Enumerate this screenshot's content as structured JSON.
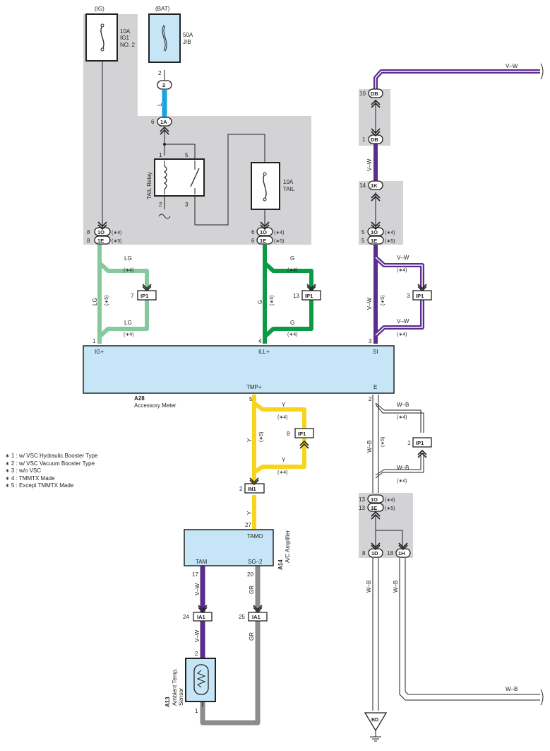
{
  "fuses": {
    "ig_source": "(IG)",
    "bat_source": "(BAT)",
    "ig1": [
      "10A",
      "IG1",
      "NO. 2"
    ],
    "jb": [
      "50A",
      "J/B"
    ],
    "tail": [
      "10A",
      "TAIL"
    ]
  },
  "relay": {
    "name": "TAIL Relay",
    "pins": [
      "1",
      "5",
      "2",
      "3"
    ]
  },
  "wire_colors": {
    "L": "L",
    "LG": "LG",
    "G": "G",
    "VW": "V–W",
    "WB": "W–B",
    "Y": "Y",
    "GR": "GR"
  },
  "connectors": {
    "c2": "2",
    "c1A": "1A",
    "c1O": "1O",
    "c1E": "1E",
    "cIP1": "IP1",
    "cDB": "DB",
    "c1K": "1K",
    "cIN1": "IN1",
    "c1D": "1D",
    "c1H": "1H",
    "cIA1": "IA1",
    "ground": "BD"
  },
  "pins": {
    "p2": "2",
    "p6": "6",
    "p8": "8",
    "p7": "7",
    "p1": "1",
    "p13": "13",
    "p4": "4",
    "p10": "10",
    "p14": "14",
    "p5": "5",
    "p3": "3",
    "p27": "27",
    "p17": "17",
    "p20": "20",
    "p24": "24",
    "p25": "25",
    "p18": "18"
  },
  "marks": {
    "m1": "(∗1)",
    "m2": "(∗2)",
    "m3": "(∗3)",
    "m4": "(∗4)",
    "m5": "(∗5)"
  },
  "meter": {
    "id": "A28",
    "name": "Accessory Meter",
    "terminals": {
      "ig": "IG+",
      "ill": "ILL+",
      "si": "SI",
      "tmp": "TMP+",
      "e": "E"
    }
  },
  "amplifier": {
    "id": "A14",
    "name": "A/C Amplifier",
    "terminals": {
      "tamo": "TAMO",
      "tam": "TAM",
      "sg2": "SG–2"
    }
  },
  "sensor": {
    "id": "A13",
    "name_lines": [
      "Ambient Temp.",
      "Sensor"
    ]
  },
  "notes": [
    "∗ 1 : w/ VSC Hydraulic Booster Type",
    "∗ 2 : w/ VSC Vacuum Booster Type",
    "∗ 3 : w/o VSC",
    "∗ 4 : TMMTX Made",
    "∗ 5 : Except TMMTX Made"
  ],
  "colors": {
    "L": "#1fa3e0",
    "LG": "#86c99d",
    "G": "#0c9a44",
    "VW": "#5b2d8e",
    "Y": "#f7d51b",
    "GR": "#8c8c8c",
    "panel": "#d3d3d5",
    "component": "#c6e6f8"
  }
}
